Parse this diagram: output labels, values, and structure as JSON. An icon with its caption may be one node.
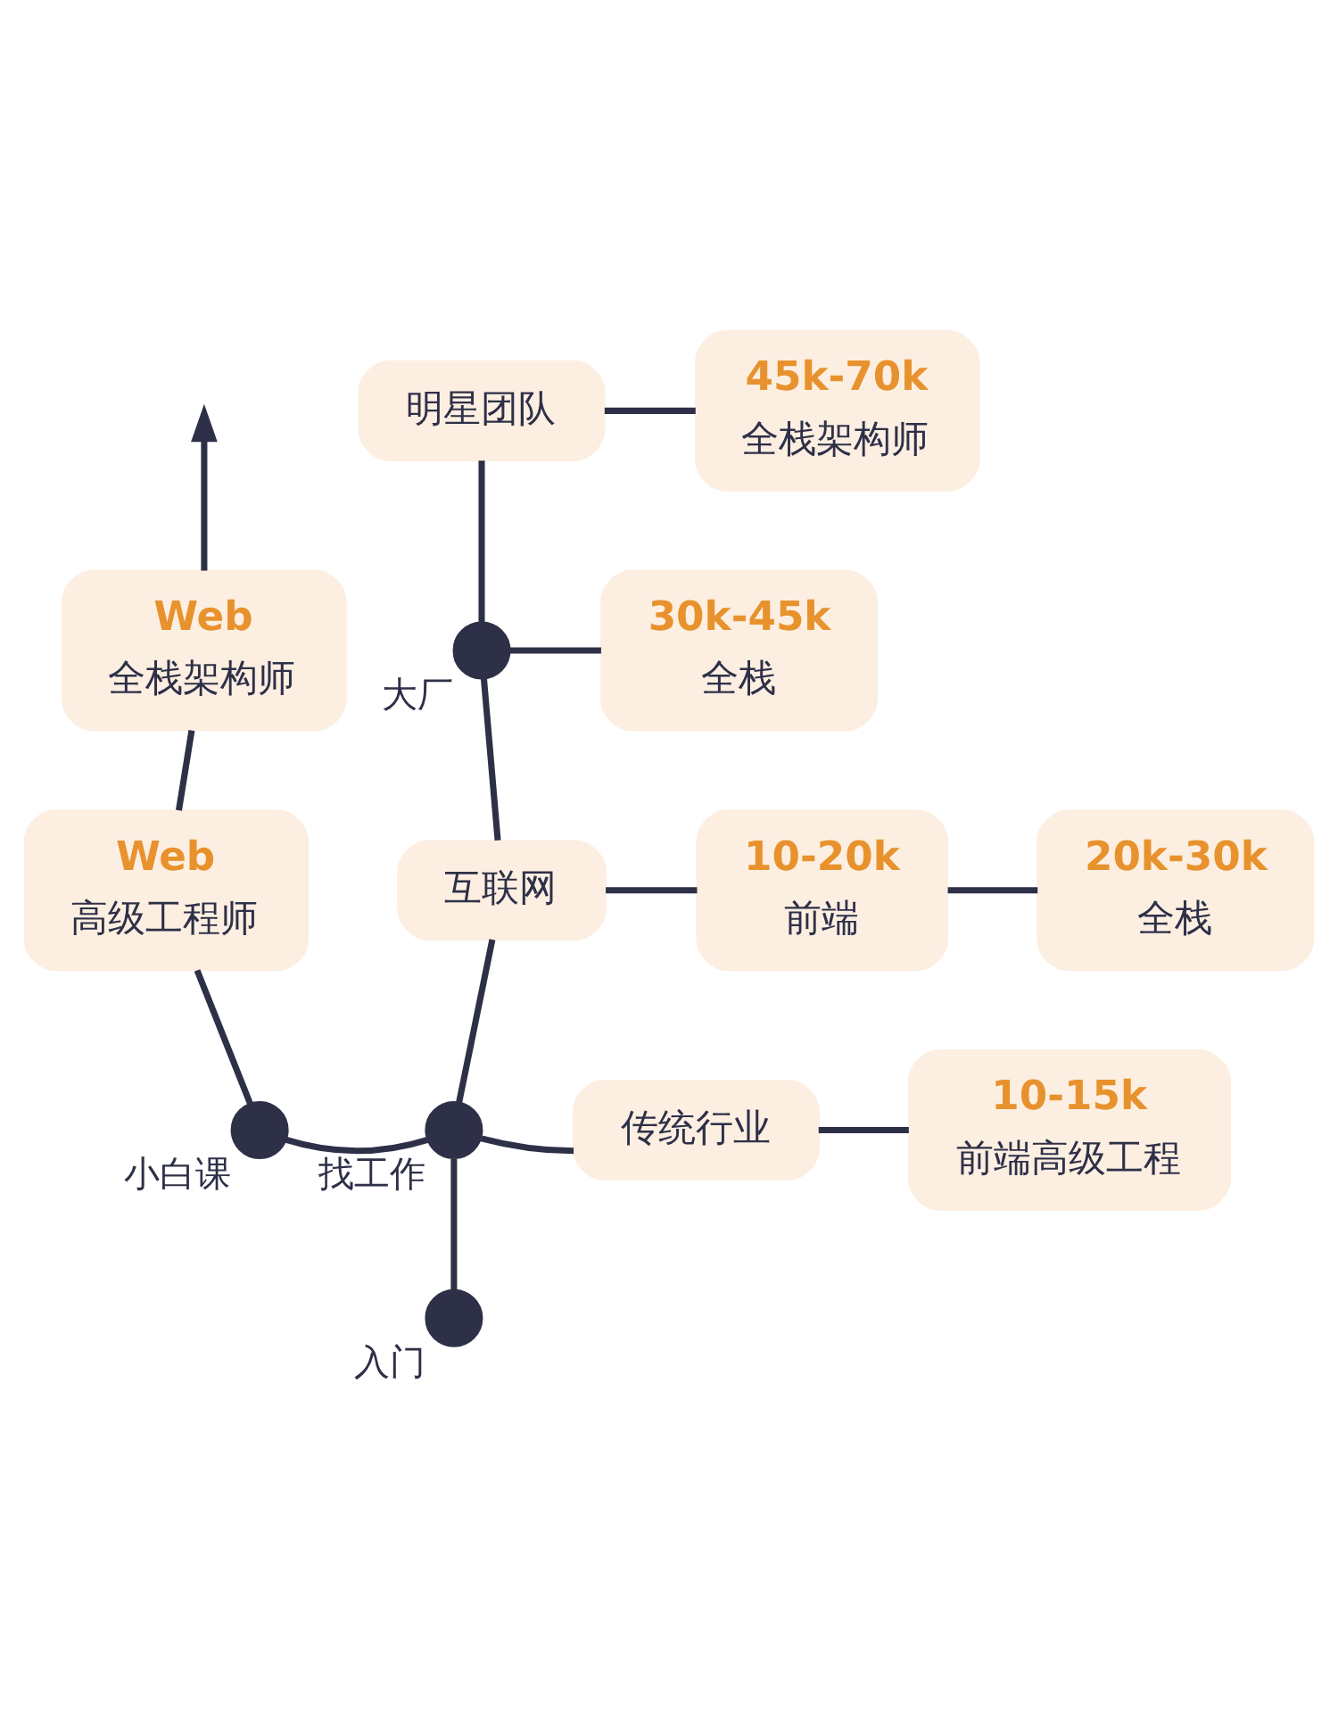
{
  "diagram": {
    "nodes": [
      {
        "text": [
          "明星团队"
        ]
      },
      {
        "text": [
          "45k-70k",
          "全栈架构师"
        ]
      },
      {
        "text": [],
        "shape": "circle",
        "beside": [
          "大厂"
        ]
      },
      {
        "text": [
          "30k-45k",
          "全栈"
        ]
      },
      {
        "text": [
          "Web",
          "全栈架构师"
        ]
      },
      {
        "text": [
          "互联网"
        ]
      },
      {
        "text": [
          "10-20k",
          "前端"
        ]
      },
      {
        "text": [
          "20k-30k",
          "全栈"
        ]
      },
      {
        "text": [
          "Web",
          "高级工程师"
        ]
      },
      {
        "text": [],
        "shape": "circle",
        "beside": [
          "小白课"
        ]
      },
      {
        "text": [],
        "shape": "circle",
        "beside": [
          "找工作"
        ]
      },
      {
        "text": [
          "传统行业"
        ]
      },
      {
        "text": [
          "10-15k",
          "前端高级工程"
        ]
      },
      {
        "text": [],
        "shape": "circle",
        "beside": [
          "入门"
        ]
      }
    ],
    "edges": [
      {
        "from": 13,
        "to": 10,
        "arrow": "none"
      },
      {
        "from": 10,
        "to": 9,
        "arrow": "none"
      },
      {
        "from": 9,
        "to": 8,
        "arrow": "none"
      },
      {
        "from": 8,
        "to": 4,
        "arrow": "none"
      },
      {
        "from": 4,
        "to": null,
        "arrow": "to"
      },
      {
        "from": 10,
        "to": 5,
        "arrow": "none"
      },
      {
        "from": 5,
        "to": 2,
        "arrow": "none"
      },
      {
        "from": 2,
        "to": 0,
        "arrow": "none"
      },
      {
        "from": 0,
        "to": 1,
        "arrow": "none"
      },
      {
        "from": 2,
        "to": 3,
        "arrow": "none"
      },
      {
        "from": 5,
        "to": 6,
        "arrow": "none"
      },
      {
        "from": 6,
        "to": 7,
        "arrow": "none"
      },
      {
        "from": 10,
        "to": 11,
        "arrow": "none"
      },
      {
        "from": 11,
        "to": 12,
        "arrow": "none"
      }
    ]
  }
}
